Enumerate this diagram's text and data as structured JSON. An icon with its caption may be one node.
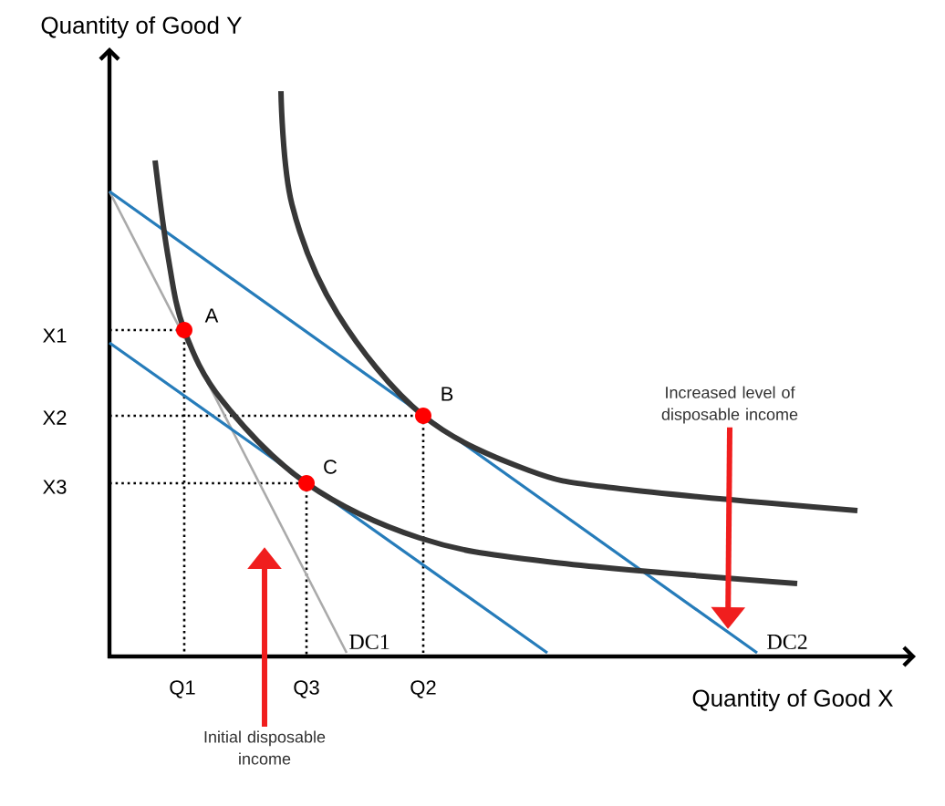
{
  "diagram": {
    "nodes": [
      {
        "text": [
          "Increased level of disposable income"
        ]
      },
      {
        "text": [
          "Initial disposable income"
        ]
      }
    ],
    "edges": [
      {
        "from": 0,
        "to": null,
        "arrow": "to"
      },
      {
        "from": 1,
        "to": null,
        "arrow": "to"
      }
    ],
    "labels": [
      "Quantity of Good Y",
      "A",
      "X1",
      "B",
      "X2",
      "X3",
      "C",
      "DC1",
      "DC2",
      "Q1",
      "Q3",
      "Q2",
      "Quantity of Good X"
    ]
  }
}
